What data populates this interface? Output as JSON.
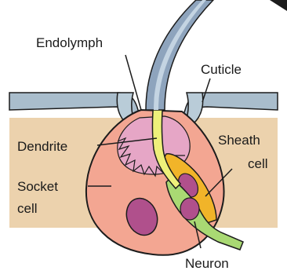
{
  "labels": {
    "endolymph": "Endolymph",
    "cuticle": "Cuticle",
    "dendrite": "Dendrite",
    "socket_cell_line1": "Socket",
    "socket_cell_line2": "cell",
    "sheath_cell_line1": "Sheath",
    "sheath_cell_line2": "cell",
    "neuron": "Neuron"
  },
  "colors": {
    "cuticle": "#a9bdcc",
    "endolymph_layer": "#ecd2ad",
    "socket_cell": "#f3a692",
    "socket_inner": "#e6a6c6",
    "nucleus": "#b0508c",
    "dendrite": "#eef07a",
    "sheath_cell": "#f1b429",
    "neuron": "#a9d973",
    "hair": "#8ea4bd",
    "outline": "#1c1c1c"
  }
}
